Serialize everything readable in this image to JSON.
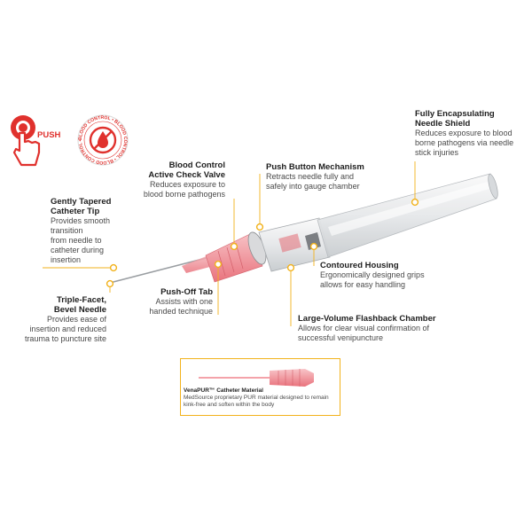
{
  "colors": {
    "accent": "#f2b21b",
    "red": "#e0312d",
    "catheter": "#f08c94",
    "text": "#1e1e1e"
  },
  "icons": {
    "push": "finger-push-icon",
    "blood_control": "blood-control-badge-icon"
  },
  "push_icon": {
    "label": "PUSH"
  },
  "blood_badge": {
    "ring_text": "BLOOD CONTROL • BLOOD CONTROL • BLOOD CONTROL •"
  },
  "callouts": {
    "shield": {
      "title1": "Fully Encapsulating",
      "title2": "Needle Shield",
      "d1": "Reduces exposure to blood",
      "d2": "borne pathogens via needle",
      "d3": "stick injuries"
    },
    "valve": {
      "title1": "Blood Control",
      "title2": "Active Check Valve",
      "d1": "Reduces exposure to",
      "d2": "blood borne pathogens"
    },
    "push": {
      "title1": "Push Button Mechanism",
      "d1": "Retracts needle fully and",
      "d2": "safely into gauge chamber"
    },
    "tip": {
      "title1": "Gently Tapered",
      "title2": "Catheter Tip",
      "d1": "Provides smooth",
      "d2": "transition",
      "d3": "from needle to",
      "d4": "catheter during",
      "d5": "insertion"
    },
    "housing": {
      "title1": "Contoured Housing",
      "d1": "Ergonomically designed grips",
      "d2": "allows for easy handling"
    },
    "bevel": {
      "title1": "Triple-Facet,",
      "title2": "Bevel Needle",
      "d1": "Provides ease of",
      "d2": "insertion and reduced",
      "d3": "trauma to puncture site"
    },
    "tab": {
      "title1": "Push-Off Tab",
      "d1": "Assists with one",
      "d2": "handed technique"
    },
    "flash": {
      "title1": "Large-Volume Flashback Chamber",
      "d1": "Allows for clear visual confirmation of",
      "d2": "successful venipuncture"
    }
  },
  "material_box": {
    "title": "VenaPUR™ Catheter Material",
    "d1": "MedSource proprietary PUR material designed to remain",
    "d2": "kink-free and soften within the body"
  }
}
